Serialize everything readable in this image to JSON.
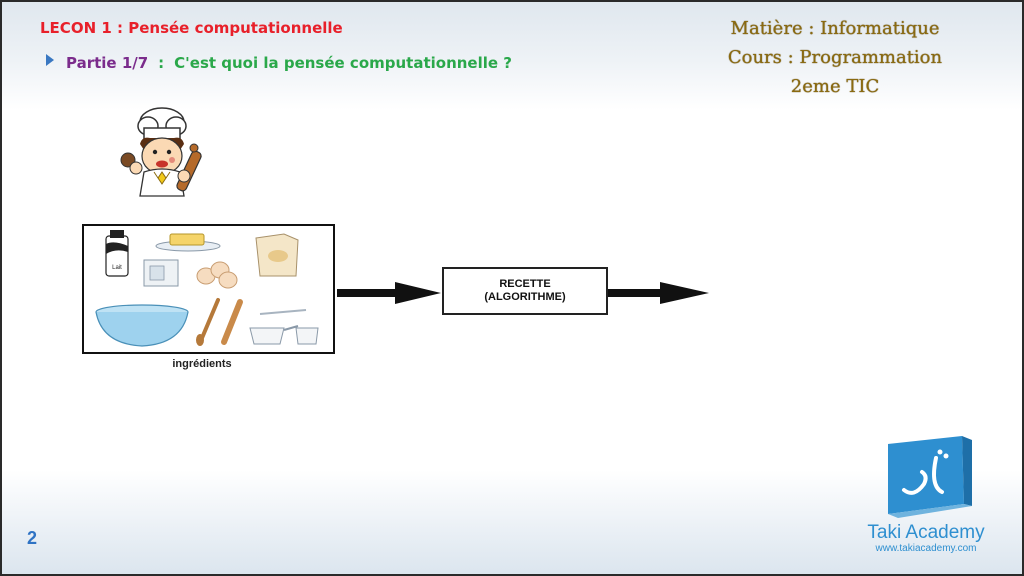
{
  "slide": {
    "lecon_title": "LECON 1 : Pensée computationnelle",
    "partie_label": "Partie 1/7",
    "partie_separator": ":",
    "partie_question": "C'est quoi la pensée computationnelle ?",
    "course_info": {
      "matiere": "Matière : Informatique",
      "cours": "Cours : Programmation",
      "niveau": "2eme TIC"
    },
    "page_number": "2"
  },
  "diagram": {
    "ingredients_label": "ingrédients",
    "milk_label": "Lait",
    "recette_line1": "RECETTE",
    "recette_line2": "(ALGORITHME)"
  },
  "branding": {
    "name": "Taki Academy",
    "url": "www.takiacademy.com"
  },
  "colors": {
    "title_red": "#e8202a",
    "partie_purple": "#7b2c8c",
    "question_green": "#2aa84a",
    "course_gold": "#8a6a10",
    "brand_blue": "#2e8fd0"
  }
}
